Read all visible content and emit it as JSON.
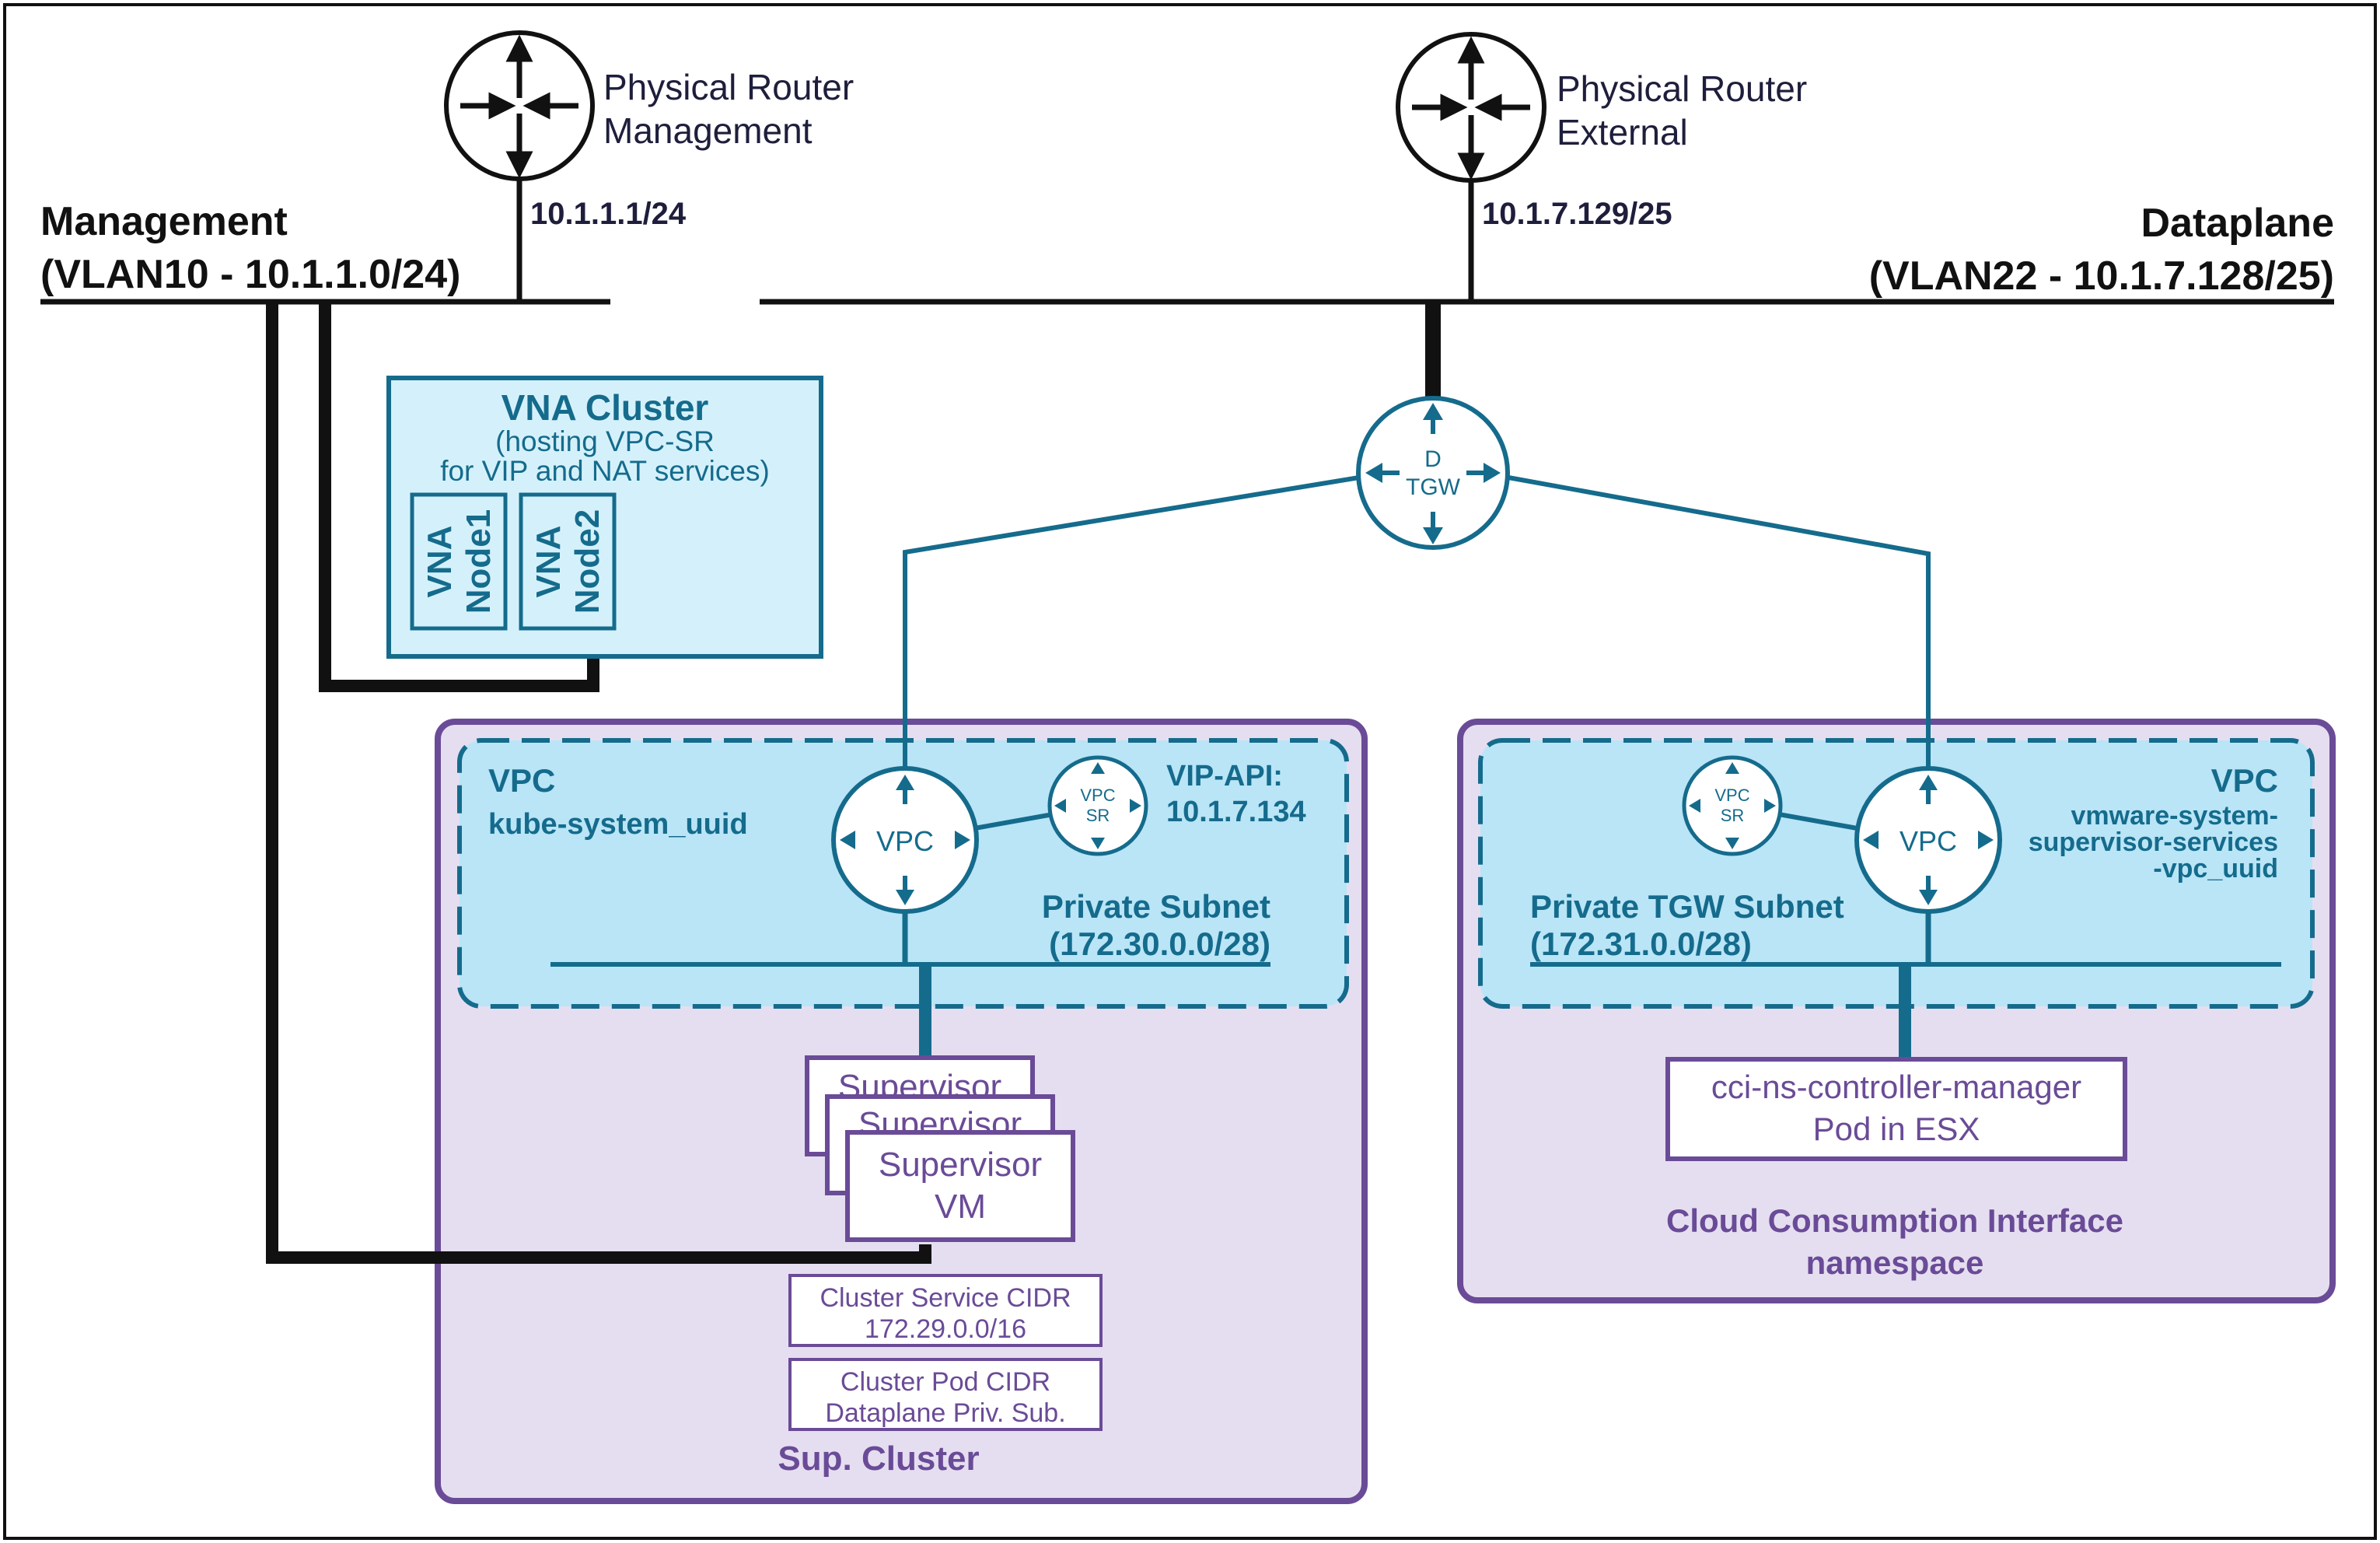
{
  "colors": {
    "frame": "#111111",
    "black_line": "#111111",
    "teal": "#156b8c",
    "light_blue_fill": "#b9e5f7",
    "vna_fill": "#d4f1fb",
    "purple": "#6a4b97",
    "purple_fill": "#e5def0",
    "white": "#ffffff"
  },
  "routers": {
    "mgmt": {
      "label_line1": "Physical Router",
      "label_line2": "Management",
      "ip": "10.1.1.1/24"
    },
    "ext": {
      "label_line1": "Physical Router",
      "label_line2": "External",
      "ip": "10.1.7.129/25"
    }
  },
  "networks": {
    "management": {
      "line1": "Management",
      "line2": "(VLAN10 - 10.1.1.0/24)"
    },
    "dataplane": {
      "line1": "Dataplane",
      "line2": "(VLAN22 - 10.1.7.128/25)"
    }
  },
  "vna_cluster": {
    "title": "VNA Cluster",
    "sub1": "(hosting VPC-SR",
    "sub2": "for VIP and NAT services)",
    "node1_a": "VNA",
    "node1_b": "Node1",
    "node2_a": "VNA",
    "node2_b": "Node2"
  },
  "tgw": {
    "line1": "D",
    "line2": "TGW"
  },
  "vpc_left": {
    "title": "VPC",
    "name": "kube-system_uuid",
    "router": "VPC",
    "sr_a": "VPC",
    "sr_b": "SR",
    "vip_line1": "VIP-API:",
    "vip_line2": "10.1.7.134",
    "subnet_line1": "Private Subnet",
    "subnet_line2": "(172.30.0.0/28)"
  },
  "vpc_right": {
    "title": "VPC",
    "name_line1": "vmware-system-",
    "name_line2": "supervisor-services",
    "name_line3": "-vpc_uuid",
    "router": "VPC",
    "sr_a": "VPC",
    "sr_b": "SR",
    "subnet_line1": "Private TGW Subnet",
    "subnet_line2": "(172.31.0.0/28)"
  },
  "supervisor": {
    "back1": "Supervisor",
    "back2": "Supervisor",
    "front_line1": "Supervisor",
    "front_line2": "VM"
  },
  "cidrs": {
    "service_line1": "Cluster Service CIDR",
    "service_line2": "172.29.0.0/16",
    "pod_line1": "Cluster Pod CIDR",
    "pod_line2": "Dataplane Priv. Sub."
  },
  "sup_cluster": {
    "label": "Sup. Cluster"
  },
  "cci": {
    "pod_line1": "cci-ns-controller-manager",
    "pod_line2": "Pod in ESX",
    "ns_line1": "Cloud Consumption Interface",
    "ns_line2": "namespace"
  }
}
